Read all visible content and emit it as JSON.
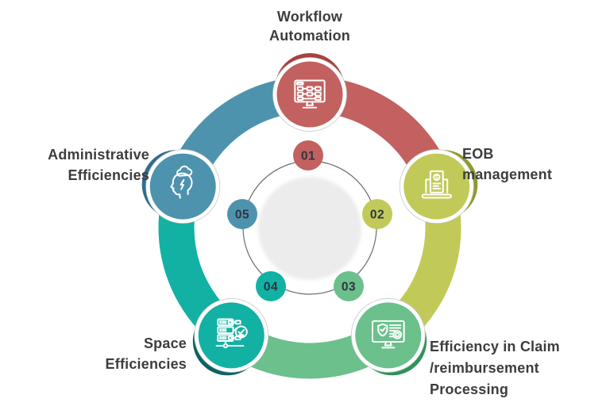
{
  "diagram": {
    "background_color": "#ffffff",
    "label_text_color": "#3d3d3d",
    "number_text_color": "#2e3440",
    "center": {
      "fill": "#ececec",
      "ring_color": "#6b6b6b"
    },
    "glyphs": {
      "dollar": "$"
    },
    "segments": [
      {
        "number": "01",
        "label_lines": [
          "Workflow",
          "Automation"
        ],
        "color": "#c2615f",
        "shadow_color": "#a64240",
        "icon": "workflow-automation-monitor-icon"
      },
      {
        "number": "02",
        "label_lines": [
          "EOB",
          "management"
        ],
        "color": "#c1ca58",
        "shadow_color": "#8f9a2e",
        "icon": "eob-laptop-document-icon"
      },
      {
        "number": "03",
        "label_lines": [
          "Efficiency in Claim",
          "/reimbursement",
          "Processing"
        ],
        "color": "#6bc08b",
        "shadow_color": "#2d9459",
        "icon": "claim-processing-monitor-icon"
      },
      {
        "number": "04",
        "label_lines": [
          "Space",
          "Efficiencies"
        ],
        "color": "#12b1a3",
        "shadow_color": "#0b6362",
        "icon": "server-space-check-icon"
      },
      {
        "number": "05",
        "label_lines": [
          "Administrative",
          "Efficiencies"
        ],
        "color": "#4e93ae",
        "shadow_color": "#2e6e8a",
        "icon": "admin-head-brainstorm-icon"
      }
    ]
  }
}
